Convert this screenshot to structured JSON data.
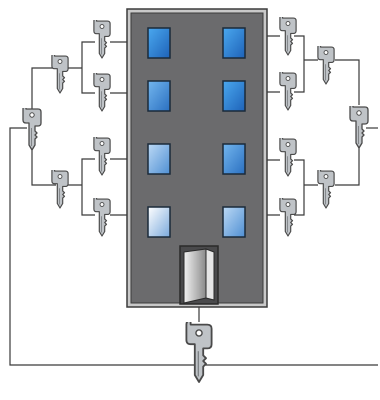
{
  "diagram": {
    "description_hidden": "",
    "colors": {
      "building_fill": "#6b6b6d",
      "building_border": "#3b3b3b",
      "building_outline": "#c9c9c9",
      "wire": "#3a3a3a",
      "key_fill": "#bfc3c7",
      "key_stroke": "#4a4a4a",
      "window_light": "#ffffff",
      "window_dark": "#1e74c6",
      "door_fill": "#d8d8d8"
    },
    "icons": {
      "building": "apartment-building-icon",
      "key": "key-icon",
      "door": "door-icon",
      "window": "window-icon"
    },
    "hierarchy": {
      "grand_master_keys": 1,
      "master_keys": 2,
      "sub_master_keys": 4,
      "change_keys": 8
    }
  }
}
